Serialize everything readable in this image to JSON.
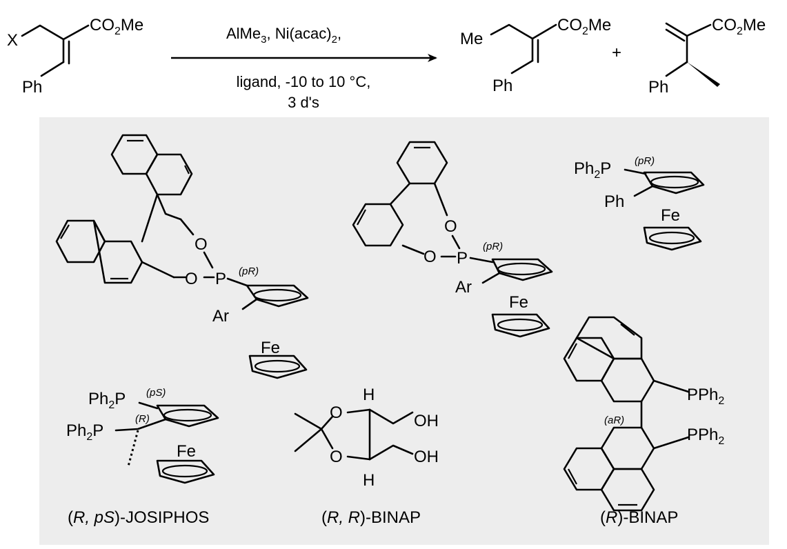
{
  "scheme": {
    "reactant": {
      "leaving_group": "X",
      "ester_sub": "CO",
      "ester_2": "2",
      "ester_me": "Me",
      "aryl": "Ph"
    },
    "conditions": {
      "reagent_a": "AlMe",
      "reagent_a_sub": "3",
      "reagent_b": ", Ni(acac)",
      "reagent_b_sub": "2",
      "reagent_b_tail": ",",
      "line2": "ligand, -10 to 10 °C,",
      "line3": "3 d's"
    },
    "product_linear": {
      "methyl": "Me",
      "ester_sub": "CO",
      "ester_2": "2",
      "ester_me": "Me",
      "aryl": "Ph"
    },
    "plus": "+",
    "product_branched": {
      "ester_sub": "CO",
      "ester_2": "2",
      "ester_me": "Me",
      "aryl": "Ph"
    }
  },
  "ligand_panel": {
    "background_color": "#ededed",
    "binaphthyl_phosphite": {
      "o_upper": "O",
      "o_lower": "O",
      "p": "P",
      "planar_tag": "(pR)",
      "aryl": "Ar",
      "fe": "Fe"
    },
    "biphenyl_phosphite": {
      "o_upper": "O",
      "o_left": "O",
      "p": "P",
      "planar_tag": "(pR)",
      "aryl": "Ar",
      "fe": "Fe"
    },
    "phenyl_ferrocenyl_phosphine": {
      "ph2p": "Ph",
      "ph2p_sub": "2",
      "ph2p_p": "P",
      "planar_tag": "(pR)",
      "aryl": "Ph",
      "fe": "Fe"
    },
    "josiphos": {
      "ph2p_top": "Ph",
      "ph2p_top_sub": "2",
      "ph2p_top_p": "P",
      "planar_tag": "(pS)",
      "stereo_tag": "(R)",
      "ph2p_side": "Ph",
      "ph2p_side_sub": "2",
      "ph2p_side_p": "P",
      "fe": "Fe",
      "caption_open": "(",
      "caption_italic": "R, pS",
      "caption_close": ")-JOSIPHOS"
    },
    "diol": {
      "h_top": "H",
      "h_bottom": "H",
      "o_top": "O",
      "o_bottom": "O",
      "oh_top": "OH",
      "oh_bottom": "OH",
      "caption_open": "(",
      "caption_italic": "R, R",
      "caption_close": ")-BINAP"
    },
    "binap": {
      "pph2_top": "PPh",
      "pph2_top_sub": "2",
      "pph2_bottom": "PPh",
      "pph2_bottom_sub": "2",
      "axial_tag": "(aR)",
      "caption_open": "(",
      "caption_italic": "R",
      "caption_close": ")-BINAP"
    }
  }
}
